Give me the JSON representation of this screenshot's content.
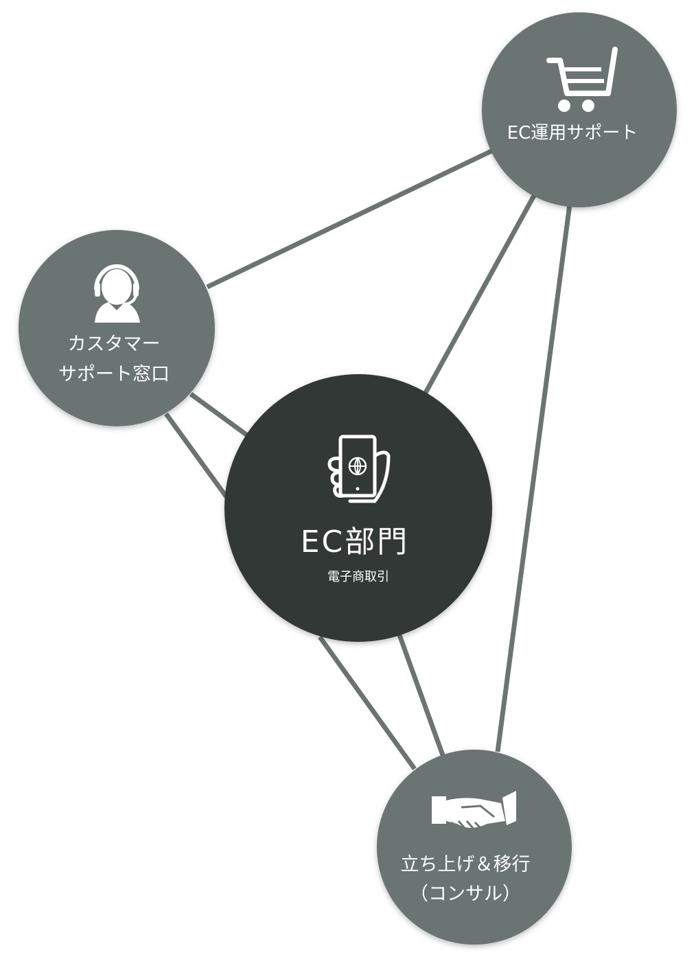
{
  "colors": {
    "node_fill": "#6b7473",
    "center_fill": "#303735",
    "line": "#6b7473",
    "icon": "#ffffff",
    "background": "#ffffff"
  },
  "nodes": {
    "ec_operation": {
      "icon": "shopping-cart-icon",
      "label": "EC運用サポート"
    },
    "customer_support": {
      "icon": "headset-operator-icon",
      "label_line1": "カスタマー",
      "label_line2": "サポート窓口"
    },
    "center": {
      "icon": "hand-holding-smartphone-globe-icon",
      "title": "EC部門",
      "subtitle": "電子商取引"
    },
    "launch_migration": {
      "icon": "handshake-icon",
      "label_line1": "立ち上げ＆移行",
      "label_line2": "（コンサル）"
    }
  }
}
